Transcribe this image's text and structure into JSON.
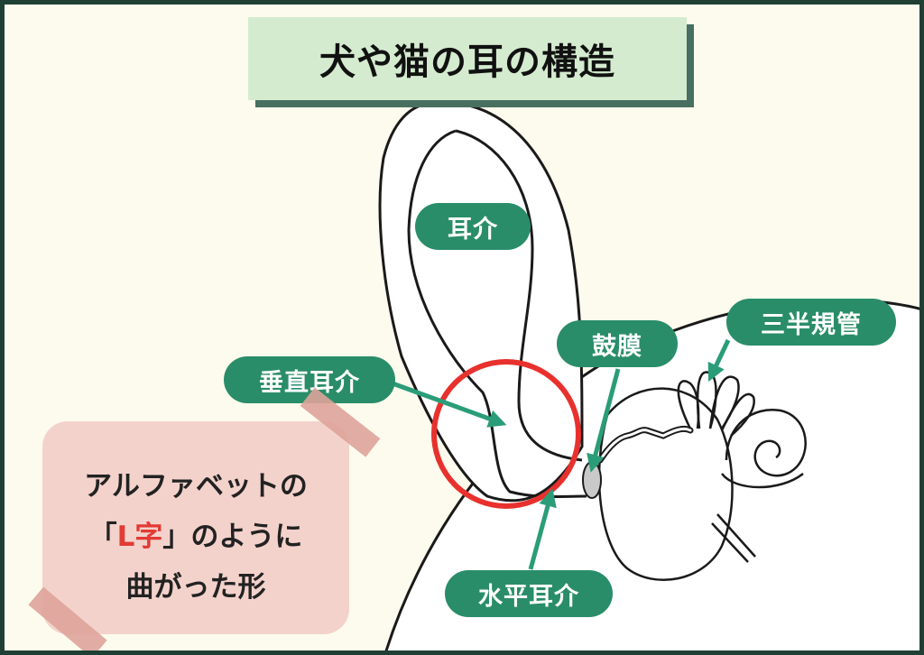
{
  "title": "犬や猫の耳の構造",
  "labels": {
    "auricle": "耳介",
    "vertical_canal": "垂直耳介",
    "eardrum": "鼓膜",
    "semicircular_canals": "三半規管",
    "horizontal_canal": "水平耳介"
  },
  "note": {
    "line1": "アルファベットの",
    "line2_open": "「",
    "line2_highlight": "L字",
    "line2_close": "」のように",
    "line3": "曲がった形"
  },
  "colors": {
    "frame": "#1f3f34",
    "background": "#fdfbed",
    "pill": "#2a8d6a",
    "arrow": "#2a9d78",
    "circle": "#e8312d",
    "title_bg": "#d4ebcf",
    "note_bg": "#f4d2cc",
    "tape": "#dea39a",
    "highlight": "#e23a34"
  }
}
